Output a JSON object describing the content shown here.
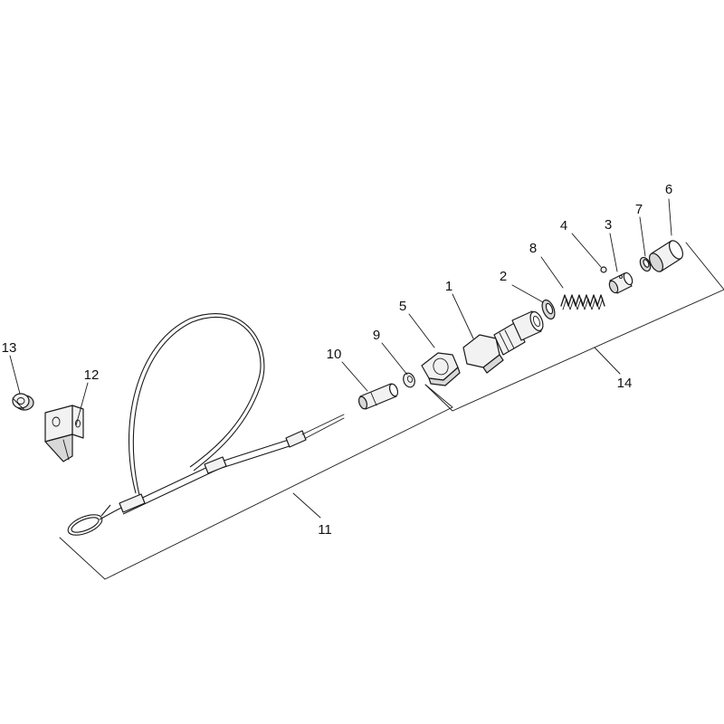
{
  "callouts": {
    "c1": "1",
    "c2": "2",
    "c3": "3",
    "c4": "4",
    "c5": "5",
    "c6": "6",
    "c7": "7",
    "c8": "8",
    "c9": "9",
    "c10": "10",
    "c11": "11",
    "c12": "12",
    "c13": "13",
    "c14": "14"
  },
  "colors": {
    "line": "#1a1a1a",
    "part_fill": "#f2f2f2",
    "part_shade": "#d8d8d8",
    "background": "#ffffff"
  }
}
